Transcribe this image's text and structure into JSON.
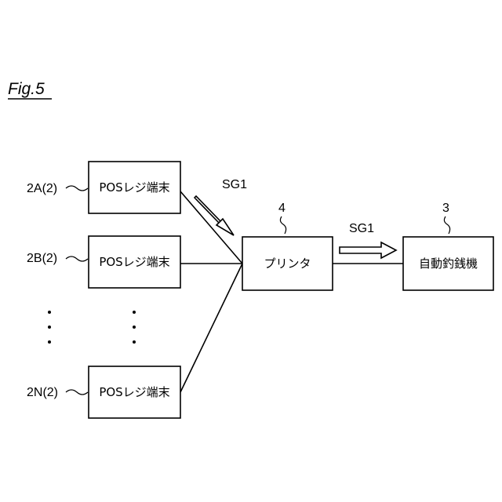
{
  "figure": {
    "title": "Fig.5"
  },
  "pos_terminals": [
    {
      "id": "2A(2)",
      "label": "POSレジ端末"
    },
    {
      "id": "2B(2)",
      "label": "POSレジ端末"
    },
    {
      "id": "2N(2)",
      "label": "POSレジ端末"
    }
  ],
  "printer": {
    "label": "プリンタ",
    "ref": "4"
  },
  "change_machine": {
    "label": "自動釣銭機",
    "ref": "3"
  },
  "signals": {
    "terminal_to_printer": "SG1",
    "printer_to_machine": "SG1"
  },
  "ellipsis": {
    "left": "⋮",
    "right": "⋮"
  }
}
